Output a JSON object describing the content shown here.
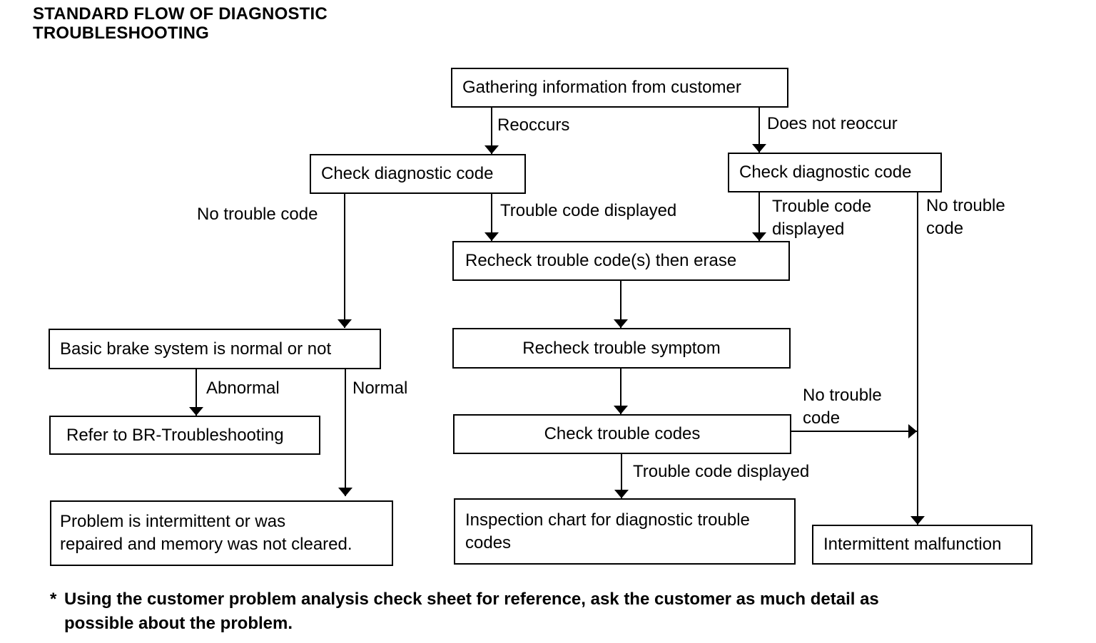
{
  "title": {
    "line1": "STANDARD FLOW OF DIAGNOSTIC",
    "line2": "TROUBLESHOOTING"
  },
  "nodes": {
    "gathering": "Gathering information from customer",
    "check_left": "Check diagnostic code",
    "check_right": "Check diagnostic code",
    "recheck_erase": "Recheck trouble code(s) then erase",
    "basic_brake": "Basic brake system is normal or not",
    "recheck_symptom": "Recheck trouble symptom",
    "refer_br": "Refer to BR-Troubleshooting",
    "check_codes": "Check trouble codes",
    "problem_intermittent": {
      "line1": "Problem is intermittent or was",
      "line2": "repaired and memory was not cleared."
    },
    "inspection_chart": {
      "line1": "Inspection chart for diagnostic trouble",
      "line2": "codes"
    },
    "intermittent_malfunction": "Intermittent malfunction"
  },
  "edge_labels": {
    "reoccurs": "Reoccurs",
    "does_not_reoccur": "Does not reoccur",
    "no_trouble_code_left": "No trouble code",
    "trouble_code_displayed_mid": "Trouble code displayed",
    "trouble_code_displayed_right": {
      "line1": "Trouble code",
      "line2": "displayed"
    },
    "no_trouble_code_right": {
      "line1": "No trouble",
      "line2": "code"
    },
    "abnormal": "Abnormal",
    "normal": "Normal",
    "no_trouble_code_bottom": {
      "line1": "No trouble",
      "line2": "code"
    },
    "trouble_code_displayed_bottom": "Trouble code displayed"
  },
  "footnote": {
    "marker": "*",
    "line1": "Using the customer problem analysis check sheet for reference, ask the customer as much detail as",
    "line2": "possible about the problem."
  }
}
